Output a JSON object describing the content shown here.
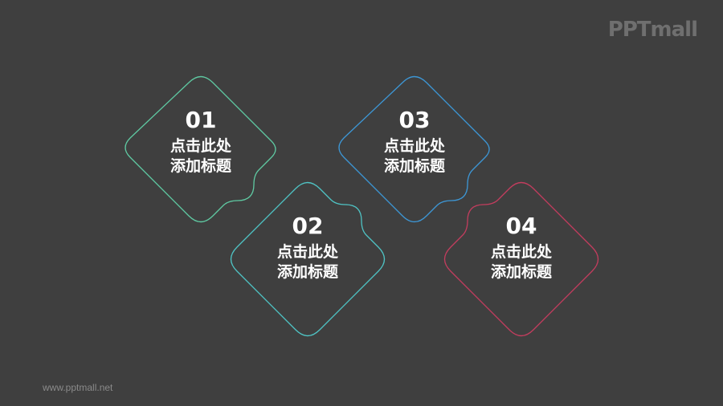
{
  "brand": "PPTmall",
  "website": "www.pptmall.net",
  "colors": {
    "background": "#3f3f3f",
    "card1": "#5fc9a2",
    "card2": "#4fc3c4",
    "card3": "#3d97d6",
    "card4": "#c33d5e"
  },
  "cards": [
    {
      "number": "01",
      "line1": "点击此处",
      "line2": "添加标题"
    },
    {
      "number": "02",
      "line1": "点击此处",
      "line2": "添加标题"
    },
    {
      "number": "03",
      "line1": "点击此处",
      "line2": "添加标题"
    },
    {
      "number": "04",
      "line1": "点击此处",
      "line2": "添加标题"
    }
  ]
}
